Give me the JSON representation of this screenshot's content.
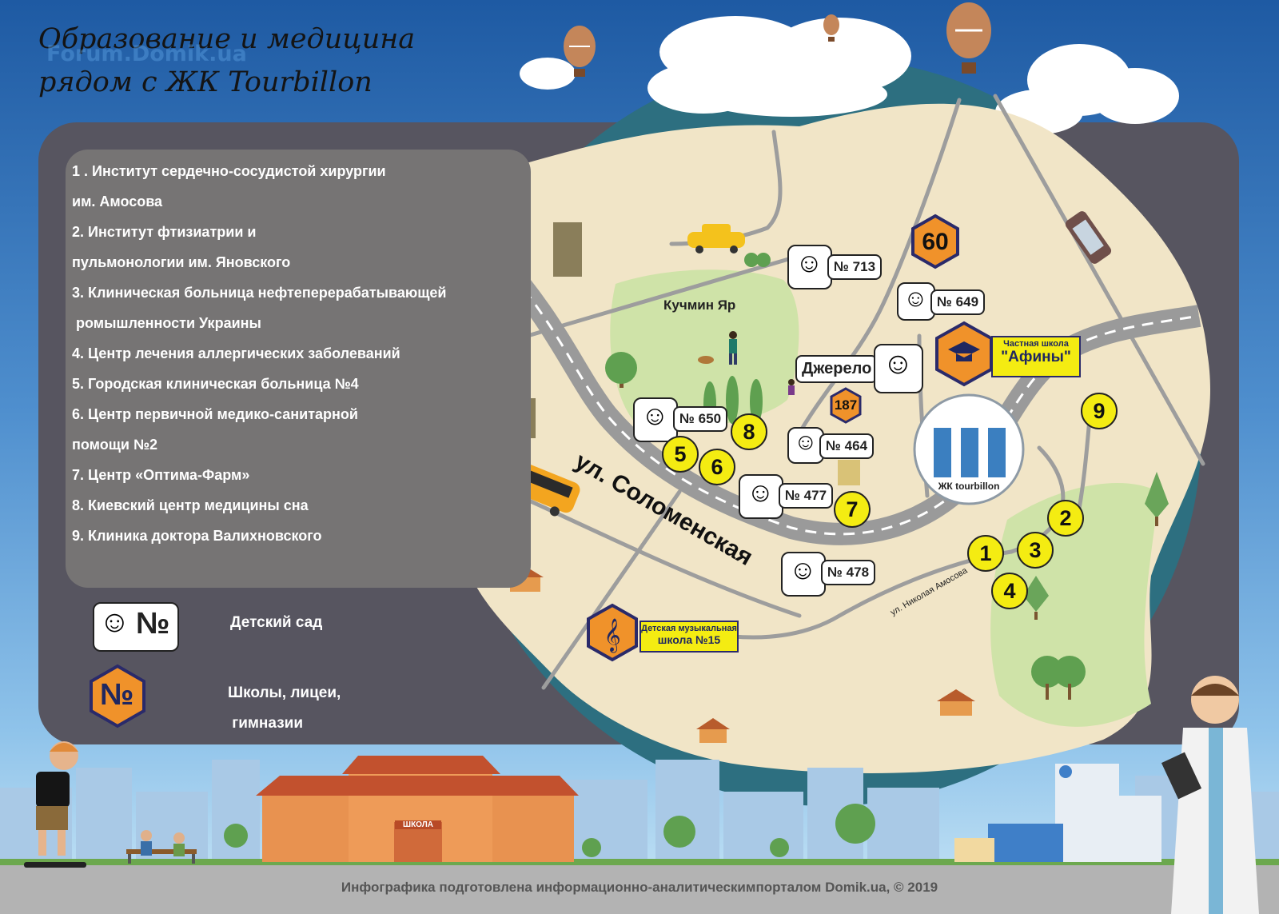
{
  "title": {
    "line1": "Образование и медицина",
    "line2": "рядом с ЖК Tourbillon"
  },
  "watermark": "Forum.Domik.ua",
  "list": [
    "1 . Институт сердечно-сосудистой хирургии",
    "им. Амосова",
    "2. Институт фтизиатрии и",
    "пульмонологии им. Яновского",
    "3. Клиническая больница нефтеперерабатывающей",
    " ромышленности Украины",
    "4. Центр лечения аллергических заболеваний",
    "5. Городская клиническая больница №4",
    "6. Центр первичной медико-санитарной",
    "помощи №2",
    "7. Центр «Оптима-Фарм»",
    "8. Киевский центр медицины сна",
    "9. Клиника доктора Валихновского"
  ],
  "legend": {
    "kindergarten_symbol": "№",
    "kindergarten_label": "Детский сад",
    "school_symbol": "№",
    "school_label_1": "Школы, лицеи,",
    "school_label_2": " гимназии"
  },
  "map": {
    "park": "Кучмин Яр",
    "street_main": "ул. Соломенская",
    "street_small": "ул. Николая Амосова",
    "dzherelo": "Джерело",
    "complex": "ЖК tourbillon",
    "private_school_1": "Частная школа",
    "private_school_2": "\"Афины\"",
    "music_school_1": "Детская музыкальная",
    "music_school_2": "школа №15",
    "school_building": "ШКОЛА",
    "kindergartens": [
      "№ 713",
      "№ 649",
      "№ 650",
      "№ 464",
      "№ 477",
      "№ 478"
    ],
    "schools": [
      "60",
      "187"
    ],
    "markers": [
      "1",
      "2",
      "3",
      "4",
      "5",
      "6",
      "7",
      "8",
      "9"
    ]
  },
  "footer": "Инфографика подготовлена информационно-аналитическимпорталом Domik.ua, © 2019",
  "colors": {
    "marker": "#f4ec12",
    "school": "#f0922a",
    "panel": "#575560",
    "map_land": "#f1e5c7",
    "globe": "#2d6f80"
  }
}
